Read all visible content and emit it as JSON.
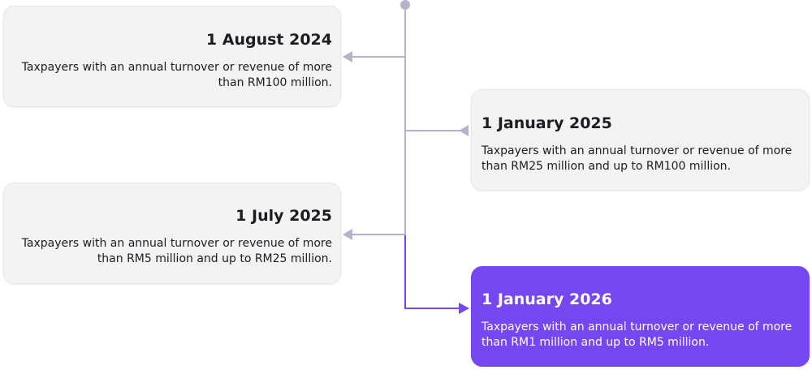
{
  "milestones": [
    {
      "date": "1 August 2024",
      "description": "Taxpayers with an annual turnover or revenue of more than RM100 million.",
      "side": "left",
      "active": false
    },
    {
      "date": "1 January 2025",
      "description": "Taxpayers with an annual turnover or revenue of more than RM25 million and up to RM100 million.",
      "side": "right",
      "active": false
    },
    {
      "date": "1 July 2025",
      "description": "Taxpayers with an annual turnover or revenue of more than RM5 million and up to RM25 million.",
      "side": "left",
      "active": false
    },
    {
      "date": "1 January 2026",
      "description": "Taxpayers with an annual turnover or revenue of more than RM1 million and up to RM5 million.",
      "side": "right",
      "active": true
    }
  ],
  "colors": {
    "line": "#b6b2c9",
    "active_line": "#7447f0",
    "card_background": "#f3f3f4",
    "active_card_background": "#7447f0",
    "text": "#1c1c22",
    "active_text": "#ffffff"
  }
}
